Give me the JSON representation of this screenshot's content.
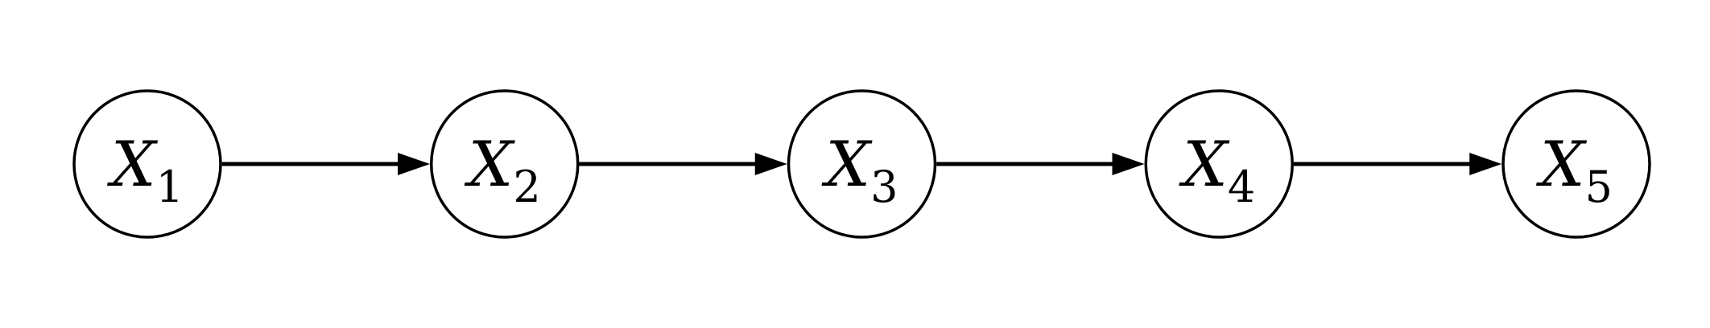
{
  "diagram": {
    "type": "directed-graph",
    "description": "Markov chain of five circular nodes connected by rightward arrows",
    "nodes": [
      {
        "id": "X1",
        "label": "X",
        "subscript": "1"
      },
      {
        "id": "X2",
        "label": "X",
        "subscript": "2"
      },
      {
        "id": "X3",
        "label": "X",
        "subscript": "3"
      },
      {
        "id": "X4",
        "label": "X",
        "subscript": "4"
      },
      {
        "id": "X5",
        "label": "X",
        "subscript": "5"
      }
    ],
    "edges": [
      {
        "from": "X1",
        "to": "X2"
      },
      {
        "from": "X2",
        "to": "X3"
      },
      {
        "from": "X3",
        "to": "X4"
      },
      {
        "from": "X4",
        "to": "X5"
      }
    ],
    "colors": {
      "stroke": "#000000",
      "node_fill": "#ffffff",
      "background": "#ffffff"
    }
  }
}
